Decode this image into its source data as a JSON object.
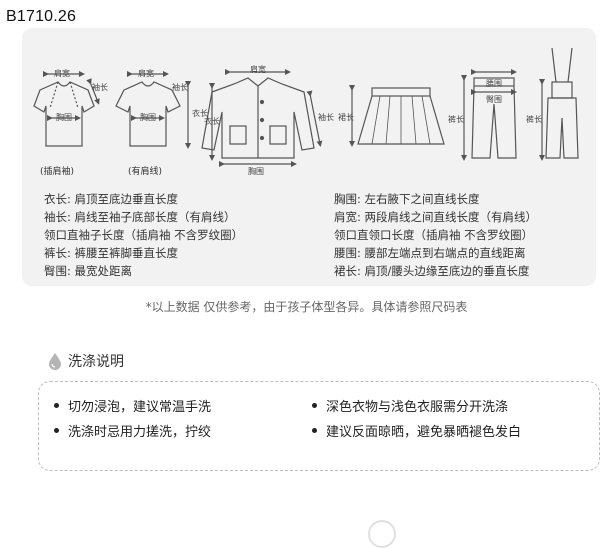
{
  "product_code": "B1710.26",
  "diagram_labels": {
    "shoulder": "肩宽",
    "sleeve": "袖长",
    "chest": "胸围",
    "length": "衣长",
    "skirt_length": "裙长",
    "waist": "腰围",
    "hip": "臀围",
    "pants_length": "裤长"
  },
  "captions": {
    "raglan": "(插肩袖)",
    "set_in": "(有肩线)"
  },
  "definitions": {
    "left": [
      "衣长: 肩顶至底边垂直长度",
      "袖长: 肩线至袖子底部长度（有肩线）",
      "领口直袖子长度（插肩袖 不含罗纹圈）",
      "裤长: 裤腰至裤脚垂直长度",
      "臀围: 最宽处距离"
    ],
    "right": [
      "胸围: 左右腋下之间直线长度",
      "肩宽: 两段肩线之间直线长度（有肩线）",
      "领口直领口长度（插肩袖 不含罗纹圈）",
      "腰围: 腰部左端点到右端点的直线距离",
      "裙长: 肩顶/腰头边缘至底边的垂直长度"
    ]
  },
  "note": "*以上数据 仅供参考，由于孩子体型各异。具体请参照尺码表",
  "washing": {
    "title": "洗涤说明",
    "items": [
      "切勿浸泡，建议常温手洗",
      "深色衣物与浅色衣服需分开洗涤",
      "洗涤时忌用力搓洗，拧绞",
      "建议反面晾晒，避免暴晒褪色发白"
    ]
  },
  "colors": {
    "card_bg": "#f2f2f2",
    "line": "#555555",
    "dashed_border": "#bdbdbd",
    "drop_icon": "#b5b5b5"
  }
}
